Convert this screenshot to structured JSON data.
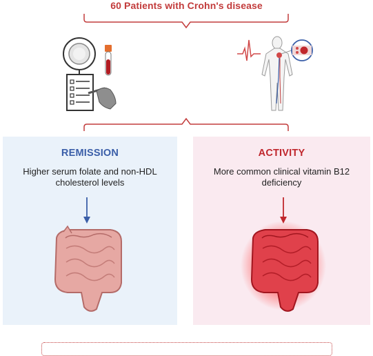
{
  "title": "60 Patients with Crohn's disease",
  "panels": [
    {
      "heading": "REMISSION",
      "description": "Higher serum folate and non-HDL cholesterol levels",
      "color": "#3a5ea8",
      "background": "#eaf2fa",
      "icons": [
        "down-arrow-icon",
        "intestine-icon"
      ]
    },
    {
      "heading": "ACTIVITY",
      "description": "More common clinical vitamin B12 deficiency",
      "color": "#c0272d",
      "background": "#faeaf0",
      "icons": [
        "down-arrow-icon",
        "inflamed-intestine-icon"
      ]
    }
  ],
  "icons": [
    "plate-icon",
    "blood-tube-icon",
    "questionnaire-icon",
    "hand-pencil-icon",
    "heartbeat-icon",
    "human-body-icon",
    "blood-vessel-icon"
  ],
  "accent_color": "#c23b3b"
}
